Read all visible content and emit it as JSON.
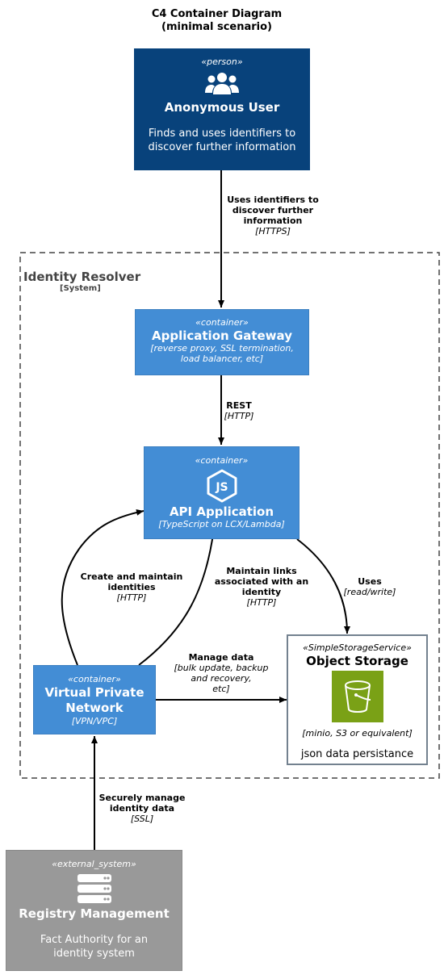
{
  "title": {
    "line1": "C4 Container Diagram",
    "line2": "(minimal scenario)"
  },
  "colors": {
    "person": "#08427B",
    "container": "#438DD5",
    "external": "#999999",
    "storage_border": "#73818F",
    "bucket": "#7AA116"
  },
  "boundary": {
    "name": "Identity Resolver",
    "type": "[System]"
  },
  "nodes": {
    "user": {
      "stereotype": "«person»",
      "name": "Anonymous User",
      "desc1": "Finds and uses identifiers to",
      "desc2": "discover further information",
      "icon": "users-icon"
    },
    "gateway": {
      "stereotype": "«container»",
      "name": "Application Gateway",
      "tech1": "[reverse proxy, SSL termination,",
      "tech2": "load balancer, etc]"
    },
    "api": {
      "stereotype": "«container»",
      "name": "API Application",
      "tech": "[TypeScript on LCX/Lambda]",
      "icon": "nodejs-icon"
    },
    "vpn": {
      "stereotype": "«container»",
      "name1": "Virtual Private",
      "name2": "Network",
      "tech": "[VPN/VPC]"
    },
    "storage": {
      "stereotype": "«SimpleStorageService»",
      "name": "Object Storage",
      "tech": "[minio, S3 or equivalent]",
      "desc": "json data persistance",
      "icon": "bucket-icon"
    },
    "registry": {
      "stereotype": "«external_system»",
      "name": "Registry Management",
      "desc1": "Fact Authority for an",
      "desc2": "identity system",
      "icon": "server-icon"
    }
  },
  "edges": {
    "user_gateway": {
      "l1": "Uses identifiers to",
      "l2": "discover further",
      "l3": "information",
      "tech": "[HTTPS]"
    },
    "gateway_api": {
      "l1": "REST",
      "tech": "[HTTP]"
    },
    "vpn_api_create": {
      "l1": "Create and maintain",
      "l2": "identities",
      "tech": "[HTTP]"
    },
    "vpn_api_links": {
      "l1": "Maintain links",
      "l2": "associated with an",
      "l3": "identity",
      "tech": "[HTTP]"
    },
    "api_storage": {
      "l1": "Uses",
      "tech": "[read/write]"
    },
    "vpn_storage": {
      "l1": "Manage data",
      "tech1": "[bulk update, backup",
      "tech2": "and recovery,",
      "tech3": "etc]"
    },
    "registry_vpn": {
      "l1": "Securely manage",
      "l2": "identity data",
      "tech": "[SSL]"
    }
  }
}
